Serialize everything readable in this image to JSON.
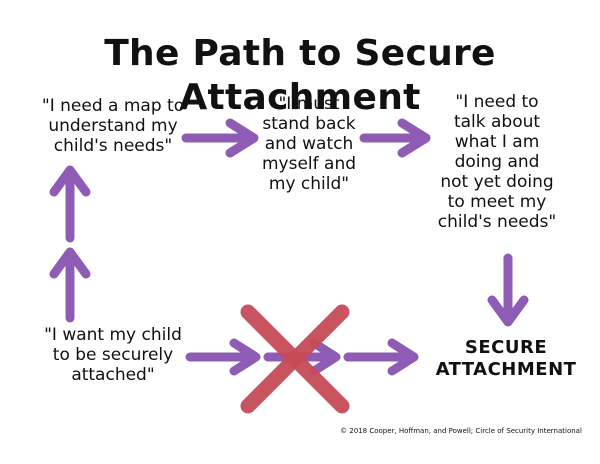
{
  "title": "The Path to Secure Attachment",
  "nodes": {
    "map": [
      "\"I need a map to",
      "understand my",
      "child's needs\""
    ],
    "stand_back": [
      "\"I must",
      "stand back",
      "and watch",
      "myself and",
      "my child\""
    ],
    "talk_about": [
      "\"I need to",
      "talk about",
      "what I am",
      "doing and",
      "not yet doing",
      "to meet my",
      "child's needs\""
    ],
    "want_secure": [
      "\"I want my child",
      "to be securely",
      "attached\""
    ],
    "secure_attachment": [
      "SECURE",
      "ATTACHMENT"
    ]
  },
  "copyright": "© 2018 Cooper, Hoffman, and Powell; Circle of Security International",
  "colors": {
    "arrow": "#8e5bb5",
    "cross": "#c64b58",
    "text": "#111111"
  }
}
